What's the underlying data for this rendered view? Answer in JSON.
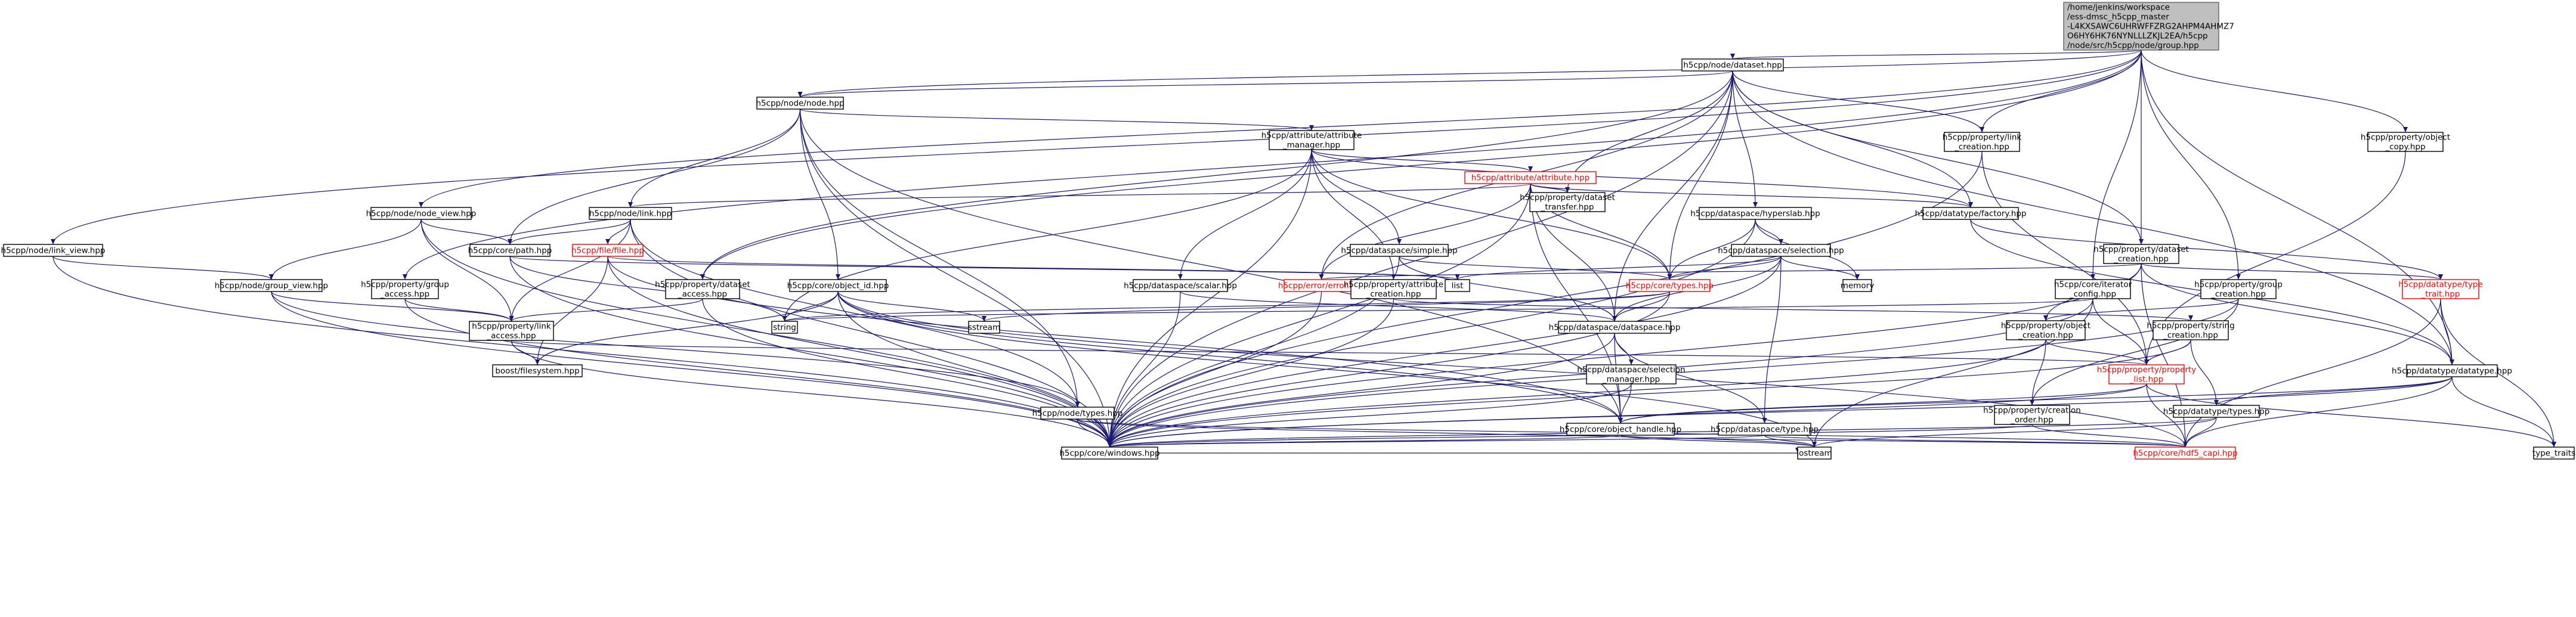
{
  "diagram": {
    "type": "include-dependency-graph",
    "root": {
      "id": "root",
      "lines": [
        "/home/jenkins/workspace",
        "/ess-dmsc_h5cpp_master",
        "-L4KXSAWC6UHRWFFZRG2AHPM4AHMZ7",
        "O6HY6HK76NYNLLLZKJL2EA/h5cpp",
        "/node/src/h5cpp/node/group.hpp"
      ]
    },
    "nodes": [
      {
        "id": "dataset",
        "lines": [
          "h5cpp/node/dataset.hpp"
        ]
      },
      {
        "id": "node",
        "lines": [
          "h5cpp/node/node.hpp"
        ]
      },
      {
        "id": "link_creation",
        "lines": [
          "h5cpp/property/link",
          "_creation.hpp"
        ]
      },
      {
        "id": "object_copy",
        "lines": [
          "h5cpp/property/object",
          "_copy.hpp"
        ]
      },
      {
        "id": "attribute_manager",
        "lines": [
          "h5cpp/attribute/attribute",
          "_manager.hpp"
        ]
      },
      {
        "id": "attribute",
        "lines": [
          "h5cpp/attribute/attribute.hpp"
        ],
        "style": "red"
      },
      {
        "id": "node_view",
        "lines": [
          "h5cpp/node/node_view.hpp"
        ]
      },
      {
        "id": "link_hpp",
        "lines": [
          "h5cpp/node/link.hpp"
        ]
      },
      {
        "id": "dataset_transfer",
        "lines": [
          "h5cpp/property/dataset",
          "_transfer.hpp"
        ]
      },
      {
        "id": "hyperslab",
        "lines": [
          "h5cpp/dataspace/hyperslab.hpp"
        ]
      },
      {
        "id": "factory",
        "lines": [
          "h5cpp/datatype/factory.hpp"
        ]
      },
      {
        "id": "link_view",
        "lines": [
          "h5cpp/node/link_view.hpp"
        ]
      },
      {
        "id": "path",
        "lines": [
          "h5cpp/core/path.hpp"
        ]
      },
      {
        "id": "file",
        "lines": [
          "h5cpp/file/file.hpp"
        ],
        "style": "red"
      },
      {
        "id": "simple",
        "lines": [
          "h5cpp/dataspace/simple.hpp"
        ]
      },
      {
        "id": "selection",
        "lines": [
          "h5cpp/dataspace/selection.hpp"
        ]
      },
      {
        "id": "dataset_creation",
        "lines": [
          "h5cpp/property/dataset",
          "_creation.hpp"
        ]
      },
      {
        "id": "group_view",
        "lines": [
          "h5cpp/node/group_view.hpp"
        ]
      },
      {
        "id": "group_access",
        "lines": [
          "h5cpp/property/group",
          "_access.hpp"
        ]
      },
      {
        "id": "dataset_access",
        "lines": [
          "h5cpp/property/dataset",
          "_access.hpp"
        ]
      },
      {
        "id": "object_id",
        "lines": [
          "h5cpp/core/object_id.hpp"
        ]
      },
      {
        "id": "scalar",
        "lines": [
          "h5cpp/dataspace/scalar.hpp"
        ]
      },
      {
        "id": "error",
        "lines": [
          "h5cpp/error/error.hpp"
        ],
        "style": "red"
      },
      {
        "id": "attribute_creation",
        "lines": [
          "h5cpp/property/attribute",
          "_creation.hpp"
        ]
      },
      {
        "id": "list",
        "lines": [
          "list"
        ],
        "style": "plain"
      },
      {
        "id": "memory",
        "lines": [
          "memory"
        ],
        "style": "plain"
      },
      {
        "id": "types",
        "lines": [
          "h5cpp/core/types.hpp"
        ],
        "style": "red"
      },
      {
        "id": "iterator_config",
        "lines": [
          "h5cpp/core/iterator",
          "_config.hpp"
        ]
      },
      {
        "id": "group_creation",
        "lines": [
          "h5cpp/property/group",
          "_creation.hpp"
        ]
      },
      {
        "id": "type_trait",
        "lines": [
          "h5cpp/datatype/type",
          "_trait.hpp"
        ],
        "style": "red"
      },
      {
        "id": "link_access",
        "lines": [
          "h5cpp/property/link",
          "_access.hpp"
        ]
      },
      {
        "id": "string",
        "lines": [
          "string"
        ],
        "style": "plain"
      },
      {
        "id": "sstream",
        "lines": [
          "sstream"
        ],
        "style": "plain"
      },
      {
        "id": "dataspace",
        "lines": [
          "h5cpp/dataspace/dataspace.hpp"
        ]
      },
      {
        "id": "object_creation",
        "lines": [
          "h5cpp/property/object",
          "_creation.hpp"
        ]
      },
      {
        "id": "string_creation",
        "lines": [
          "h5cpp/property/string",
          "_creation.hpp"
        ]
      },
      {
        "id": "property_list",
        "lines": [
          "h5cpp/property/property",
          "_list.hpp"
        ],
        "style": "red"
      },
      {
        "id": "datatype",
        "lines": [
          "h5cpp/datatype/datatype.hpp"
        ]
      },
      {
        "id": "filesystem",
        "lines": [
          "boost/filesystem.hpp"
        ],
        "style": "plain"
      },
      {
        "id": "selection_manager",
        "lines": [
          "h5cpp/dataspace/selection",
          "_manager.hpp"
        ]
      },
      {
        "id": "creation_order",
        "lines": [
          "h5cpp/property/creation",
          "_order.hpp"
        ]
      },
      {
        "id": "dtypes",
        "lines": [
          "h5cpp/datatype/types.hpp"
        ]
      },
      {
        "id": "node_types",
        "lines": [
          "h5cpp/node/types.hpp"
        ]
      },
      {
        "id": "object_handle",
        "lines": [
          "h5cpp/core/object_handle.hpp"
        ]
      },
      {
        "id": "dtype",
        "lines": [
          "h5cpp/dataspace/type.hpp"
        ]
      },
      {
        "id": "windows",
        "lines": [
          "h5cpp/core/windows.hpp"
        ]
      },
      {
        "id": "iostream",
        "lines": [
          "iostream"
        ],
        "style": "plain"
      },
      {
        "id": "hdf5_capi",
        "lines": [
          "h5cpp/core/hdf5_capi.hpp"
        ],
        "style": "red"
      },
      {
        "id": "type_traits",
        "lines": [
          "type_traits"
        ],
        "style": "plain"
      }
    ],
    "edges": [
      [
        "root",
        "dataset"
      ],
      [
        "root",
        "node"
      ],
      [
        "root",
        "link_creation"
      ],
      [
        "root",
        "object_copy"
      ],
      [
        "root",
        "node_view"
      ],
      [
        "root",
        "link_view"
      ],
      [
        "root",
        "group_access"
      ],
      [
        "root",
        "dataset_access"
      ],
      [
        "root",
        "iterator_config"
      ],
      [
        "root",
        "group_creation"
      ],
      [
        "root",
        "dataset_creation"
      ],
      [
        "root",
        "datatype"
      ],
      [
        "dataset",
        "node"
      ],
      [
        "dataset",
        "link_creation"
      ],
      [
        "dataset",
        "dataset_transfer"
      ],
      [
        "dataset",
        "hyperslab"
      ],
      [
        "dataset",
        "factory"
      ],
      [
        "dataset",
        "dataset_creation"
      ],
      [
        "dataset",
        "dataset_access"
      ],
      [
        "dataset",
        "types"
      ],
      [
        "dataset",
        "dataspace"
      ],
      [
        "dataset",
        "datatype"
      ],
      [
        "dataset",
        "windows"
      ],
      [
        "dataset",
        "error"
      ],
      [
        "node",
        "attribute_manager"
      ],
      [
        "node",
        "link_hpp"
      ],
      [
        "node",
        "path"
      ],
      [
        "node",
        "object_id"
      ],
      [
        "node",
        "node_types"
      ],
      [
        "node",
        "windows"
      ],
      [
        "node",
        "object_handle"
      ],
      [
        "attribute_manager",
        "attribute"
      ],
      [
        "attribute_manager",
        "simple"
      ],
      [
        "attribute_manager",
        "scalar"
      ],
      [
        "attribute_manager",
        "attribute_creation"
      ],
      [
        "attribute_manager",
        "types"
      ],
      [
        "attribute_manager",
        "string"
      ],
      [
        "attribute_manager",
        "windows"
      ],
      [
        "attribute_manager",
        "factory"
      ],
      [
        "attribute",
        "dataset_transfer"
      ],
      [
        "attribute",
        "factory"
      ],
      [
        "attribute",
        "error"
      ],
      [
        "attribute",
        "types"
      ],
      [
        "attribute",
        "dataspace"
      ],
      [
        "attribute",
        "windows"
      ],
      [
        "attribute",
        "object_handle"
      ],
      [
        "attribute",
        "link_hpp"
      ],
      [
        "node_view",
        "group_view"
      ],
      [
        "node_view",
        "path"
      ],
      [
        "node_view",
        "link_access"
      ],
      [
        "node_view",
        "windows"
      ],
      [
        "link_hpp",
        "path"
      ],
      [
        "link_hpp",
        "file"
      ],
      [
        "link_hpp",
        "link_access"
      ],
      [
        "link_hpp",
        "windows"
      ],
      [
        "link_hpp",
        "node_types"
      ],
      [
        "file",
        "filesystem"
      ],
      [
        "file",
        "object_handle"
      ],
      [
        "file",
        "windows"
      ],
      [
        "file",
        "list"
      ],
      [
        "path",
        "list"
      ],
      [
        "path",
        "string"
      ],
      [
        "path",
        "windows"
      ],
      [
        "link_view",
        "group_view"
      ],
      [
        "link_view",
        "windows"
      ],
      [
        "group_view",
        "link_access"
      ],
      [
        "group_view",
        "windows"
      ],
      [
        "group_view",
        "node_types"
      ],
      [
        "group_access",
        "link_access"
      ],
      [
        "group_access",
        "windows"
      ],
      [
        "dataset_access",
        "link_access"
      ],
      [
        "dataset_access",
        "windows"
      ],
      [
        "link_access",
        "filesystem"
      ],
      [
        "link_access",
        "property_list"
      ],
      [
        "link_access",
        "windows"
      ],
      [
        "object_id",
        "object_handle"
      ],
      [
        "object_id",
        "string"
      ],
      [
        "object_id",
        "sstream"
      ],
      [
        "object_id",
        "filesystem"
      ],
      [
        "object_id",
        "windows"
      ],
      [
        "object_id",
        "hdf5_capi"
      ],
      [
        "object_id",
        "iostream"
      ],
      [
        "hyperslab",
        "selection"
      ],
      [
        "hyperslab",
        "types"
      ],
      [
        "hyperslab",
        "windows"
      ],
      [
        "hyperslab",
        "memory"
      ],
      [
        "selection",
        "types"
      ],
      [
        "selection",
        "list"
      ],
      [
        "selection",
        "memory"
      ],
      [
        "selection",
        "dtype"
      ],
      [
        "selection",
        "windows"
      ],
      [
        "selection",
        "dataspace"
      ],
      [
        "simple",
        "dataspace"
      ],
      [
        "simple",
        "types"
      ],
      [
        "simple",
        "windows"
      ],
      [
        "scalar",
        "dataspace"
      ],
      [
        "scalar",
        "windows"
      ],
      [
        "error",
        "windows"
      ],
      [
        "attribute_creation",
        "string_creation"
      ],
      [
        "attribute_creation",
        "windows"
      ],
      [
        "types",
        "dataspace"
      ],
      [
        "types",
        "sstream"
      ],
      [
        "types",
        "string"
      ],
      [
        "types",
        "windows"
      ],
      [
        "dataspace",
        "selection_manager"
      ],
      [
        "dataspace",
        "object_handle"
      ],
      [
        "dataspace",
        "dtype"
      ],
      [
        "dataspace",
        "windows"
      ],
      [
        "selection_manager",
        "object_handle"
      ],
      [
        "selection_manager",
        "windows"
      ],
      [
        "dataset_creation",
        "object_creation"
      ],
      [
        "dataset_creation",
        "type_trait"
      ],
      [
        "dataset_creation",
        "error"
      ],
      [
        "dataset_creation",
        "windows"
      ],
      [
        "dataset_creation",
        "hdf5_capi"
      ],
      [
        "dataset_creation",
        "datatype"
      ],
      [
        "iterator_config",
        "string"
      ],
      [
        "iterator_config",
        "windows"
      ],
      [
        "iterator_config",
        "property_list"
      ],
      [
        "iterator_config",
        "iostream"
      ],
      [
        "group_creation",
        "object_creation"
      ],
      [
        "group_creation",
        "creation_order"
      ],
      [
        "group_creation",
        "windows"
      ],
      [
        "object_creation",
        "property_list"
      ],
      [
        "object_creation",
        "creation_order"
      ],
      [
        "object_creation",
        "windows"
      ],
      [
        "string_creation",
        "property_list"
      ],
      [
        "string_creation",
        "dtypes"
      ],
      [
        "string_creation",
        "windows"
      ],
      [
        "property_list",
        "object_handle"
      ],
      [
        "property_list",
        "windows"
      ],
      [
        "property_list",
        "hdf5_capi"
      ],
      [
        "property_list",
        "type_traits"
      ],
      [
        "link_creation",
        "property_list"
      ],
      [
        "link_creation",
        "windows"
      ],
      [
        "object_copy",
        "property_list"
      ],
      [
        "factory",
        "type_trait"
      ],
      [
        "factory",
        "datatype"
      ],
      [
        "type_trait",
        "datatype"
      ],
      [
        "type_trait",
        "type_traits"
      ],
      [
        "type_trait",
        "hdf5_capi"
      ],
      [
        "datatype",
        "dtypes"
      ],
      [
        "datatype",
        "object_handle"
      ],
      [
        "datatype",
        "windows"
      ],
      [
        "datatype",
        "hdf5_capi"
      ],
      [
        "datatype",
        "type_traits"
      ],
      [
        "dtypes",
        "windows"
      ],
      [
        "dtypes",
        "hdf5_capi"
      ],
      [
        "dtypes",
        "iostream"
      ],
      [
        "creation_order",
        "windows"
      ],
      [
        "creation_order",
        "hdf5_capi"
      ],
      [
        "node_types",
        "windows"
      ],
      [
        "node_types",
        "iostream"
      ],
      [
        "node_types",
        "hdf5_capi"
      ],
      [
        "object_handle",
        "windows"
      ],
      [
        "object_handle",
        "iostream"
      ],
      [
        "object_handle",
        "hdf5_capi"
      ],
      [
        "dtype",
        "windows"
      ],
      [
        "dtype",
        "iostream"
      ],
      [
        "dtype",
        "hdf5_capi"
      ],
      [
        "windows",
        "iostream"
      ]
    ]
  }
}
